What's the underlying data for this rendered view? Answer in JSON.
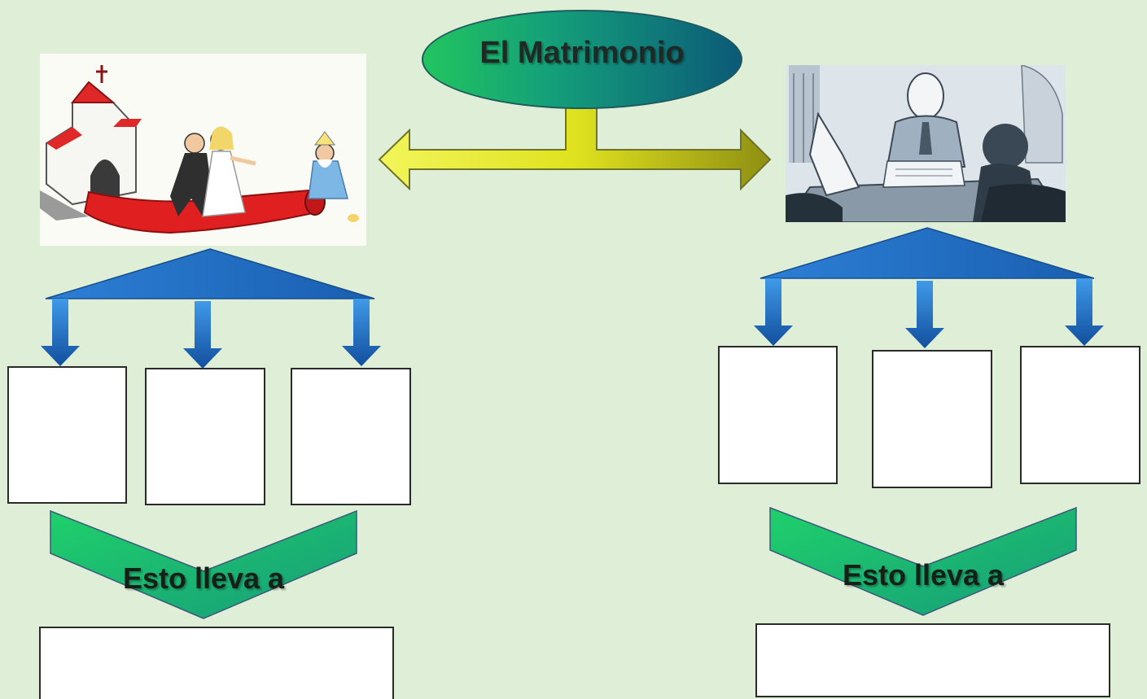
{
  "title": "El Matrimonio",
  "branches": [
    {
      "image_desc_icon": "church-wedding-illustration",
      "lead_text": "Esto lleva a"
    },
    {
      "image_desc_icon": "business-meeting-illustration",
      "lead_text": "Esto lleva a"
    }
  ],
  "colors": {
    "background": "#dfeed7",
    "title_oval_start": "#22c45f",
    "title_oval_end": "#0c5a78",
    "arrow_yellow": "#e6e83a",
    "tree_blue": "#1e63b8",
    "chevron_green": "#18b36c"
  }
}
